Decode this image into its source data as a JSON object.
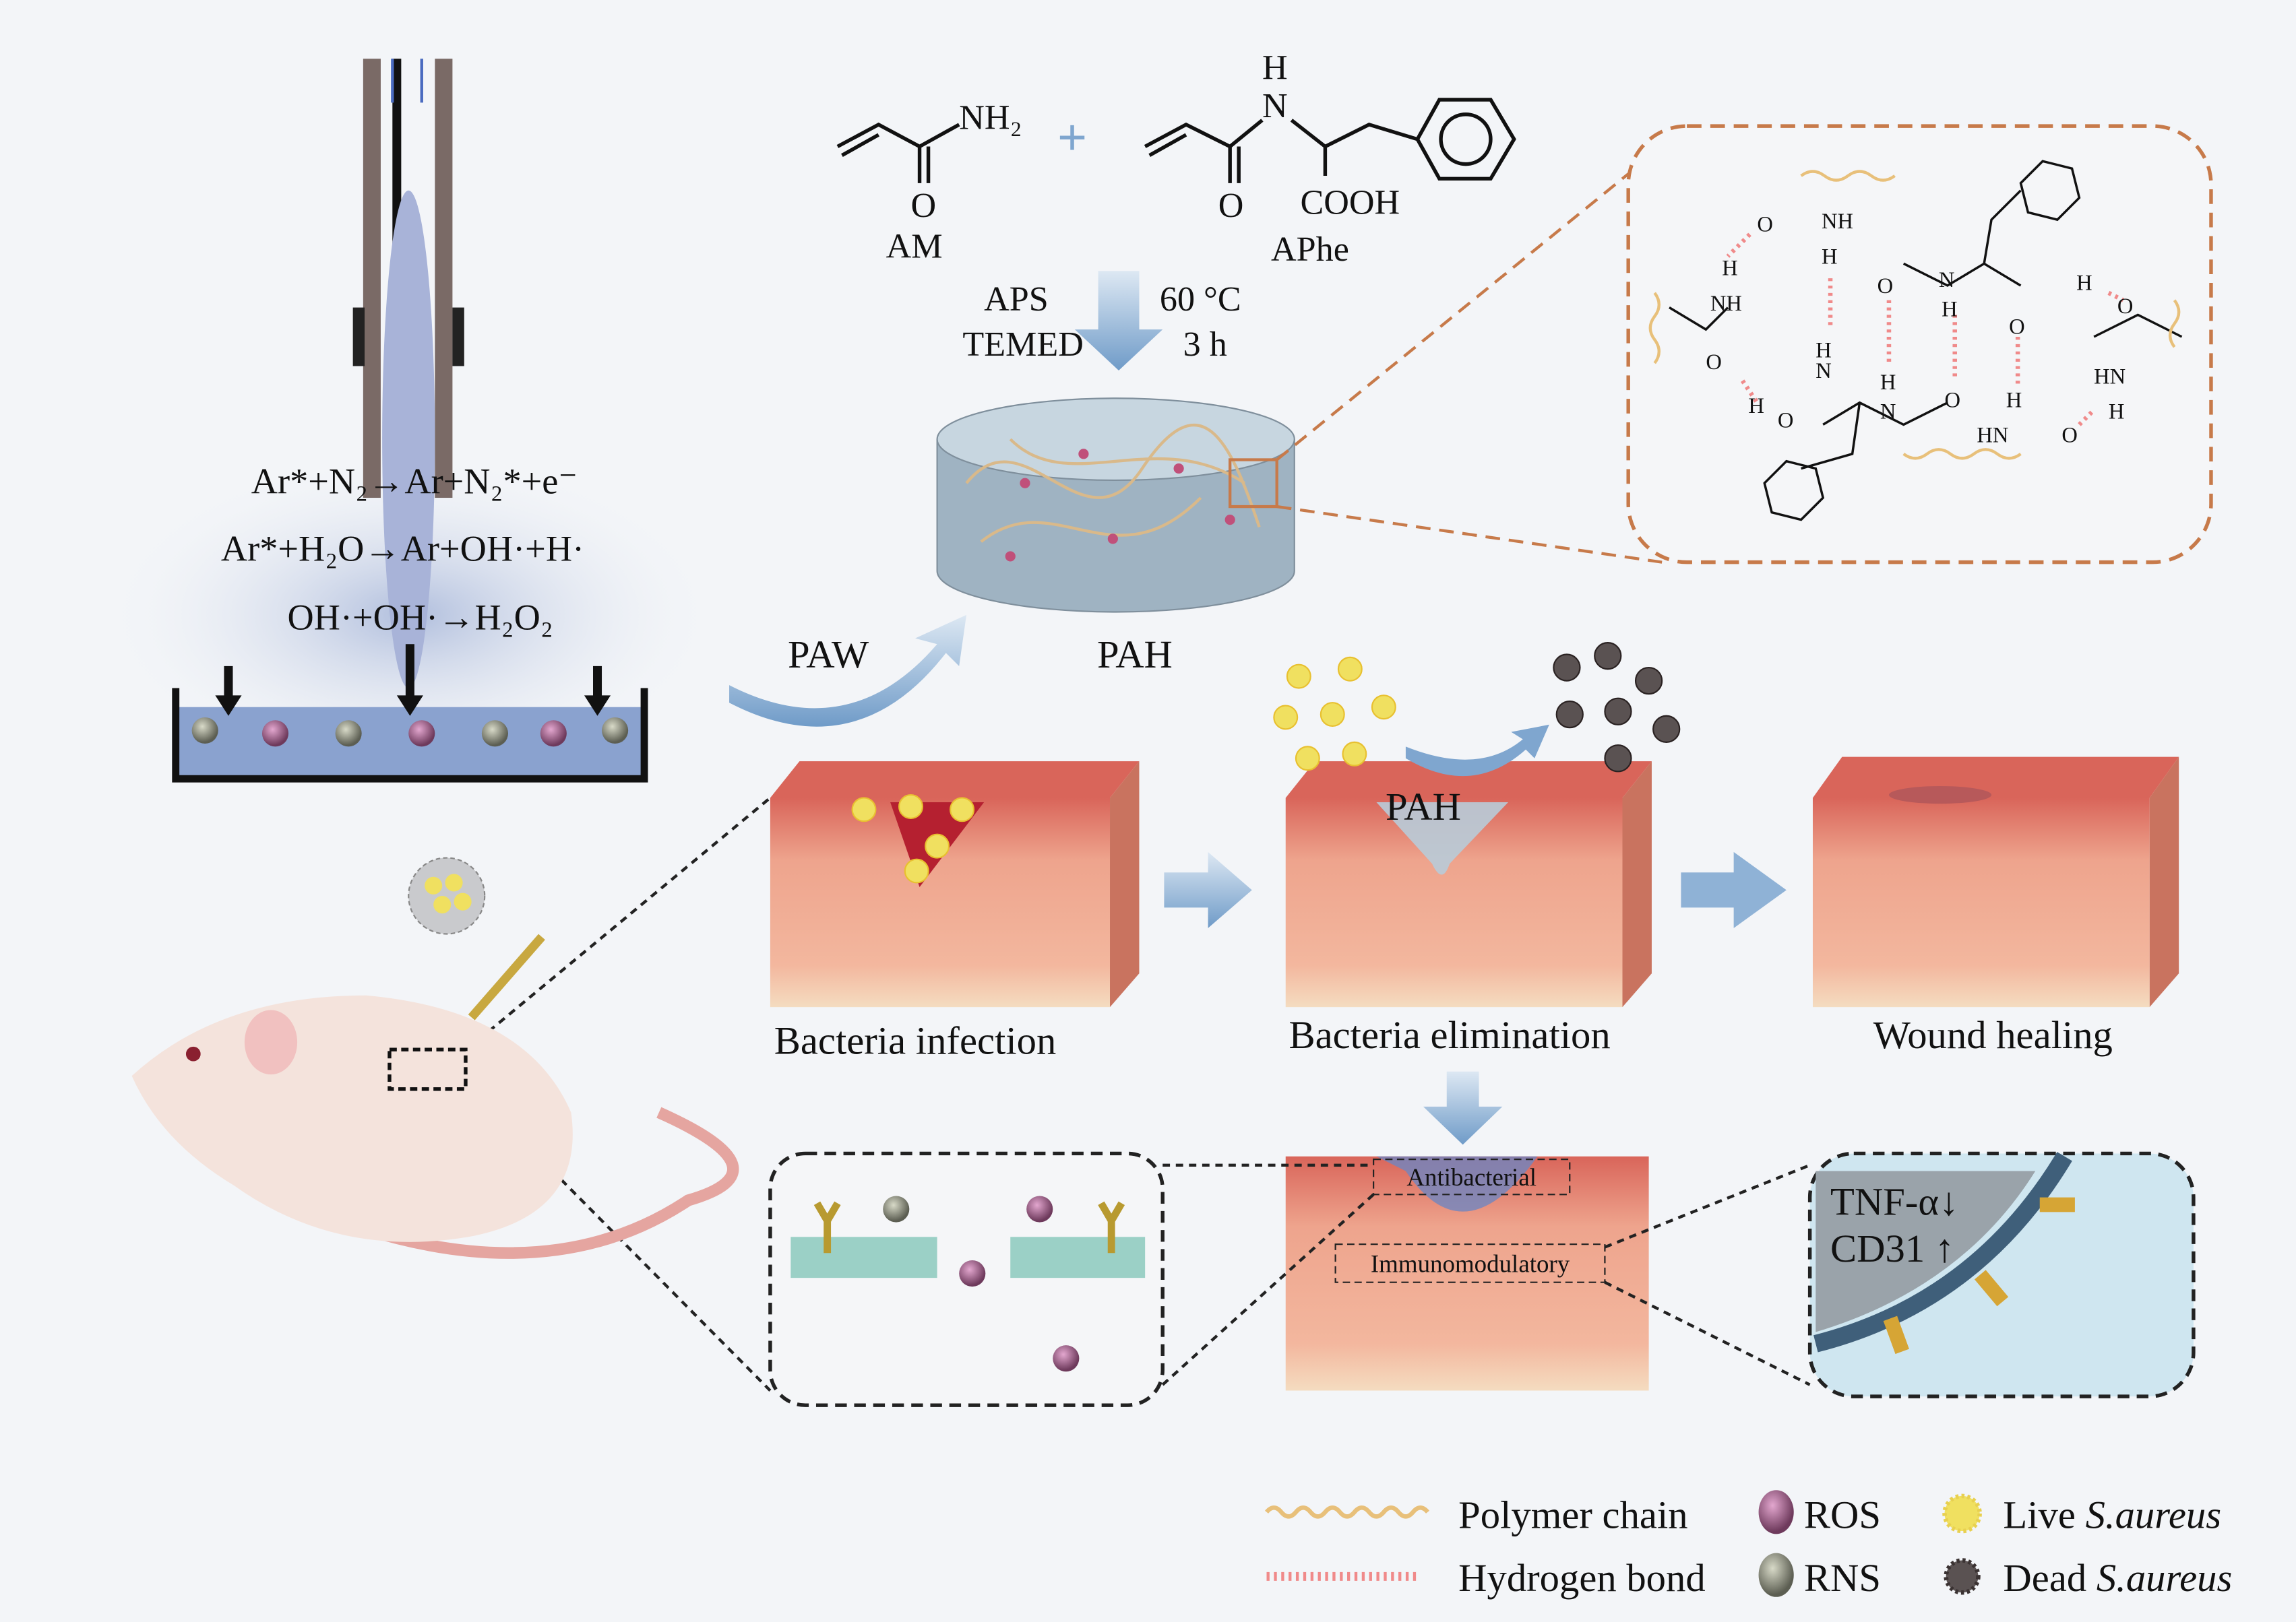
{
  "equations": [
    "Ar*+N₂→Ar+N₂*+e⁻",
    "Ar*+H₂O→Ar+OH·+H·",
    "OH·+OH·→H₂O₂"
  ],
  "monomers": {
    "am_group": "NH₂",
    "am_o": "O",
    "am_label": "AM",
    "plus": "+",
    "aphe_h": "H",
    "aphe_n": "N",
    "aphe_o": "O",
    "aphe_cooh": "COOH",
    "aphe_label": "APhe"
  },
  "reaction": {
    "reagent1": "APS",
    "reagent2": "TEMED",
    "temperature": "60 °C",
    "time": "3 h"
  },
  "labels": {
    "paw": "PAW",
    "pah": "PAH",
    "pah_on_wound": "PAH"
  },
  "hbond_inset_atoms": [
    "O",
    "NH",
    "H",
    "NH",
    "H",
    "O",
    "N",
    "H",
    "O",
    "O",
    "H",
    "O",
    "N",
    "H",
    "O",
    "H",
    "O",
    "H",
    "N",
    "H",
    "HN",
    "O",
    "HN",
    "H"
  ],
  "stages": [
    "Bacteria infection",
    "Bacteria elimination",
    "Wound healing"
  ],
  "mechanism": {
    "antibacterial": "Antibacterial",
    "immunomodulatory": "Immunomodulatory",
    "tnf": "TNF-α↓",
    "cd31": "CD31 ↑"
  },
  "legend": [
    {
      "label": "Polymer chain",
      "icon": "wavy-line",
      "color": "#e8c07a"
    },
    {
      "label": "ROS",
      "icon": "sphere",
      "color": "#c97fb0"
    },
    {
      "label": "Live ",
      "italic": "S.aureus",
      "icon": "spiky-ball",
      "color": "#f0e060"
    },
    {
      "label": "Hydrogen bond",
      "icon": "dotted-line",
      "color": "#f08a8a"
    },
    {
      "label": "RNS",
      "icon": "sphere",
      "color": "#b9bca8"
    },
    {
      "label": "Dead ",
      "italic": "S.aureus",
      "icon": "spiky-ball",
      "color": "#5a5252"
    }
  ],
  "colors": {
    "plasma": "#a8b3d8",
    "skin": "#e8a08a",
    "arrow": "#7fa6cf",
    "inset_border": "#c77a4a"
  }
}
